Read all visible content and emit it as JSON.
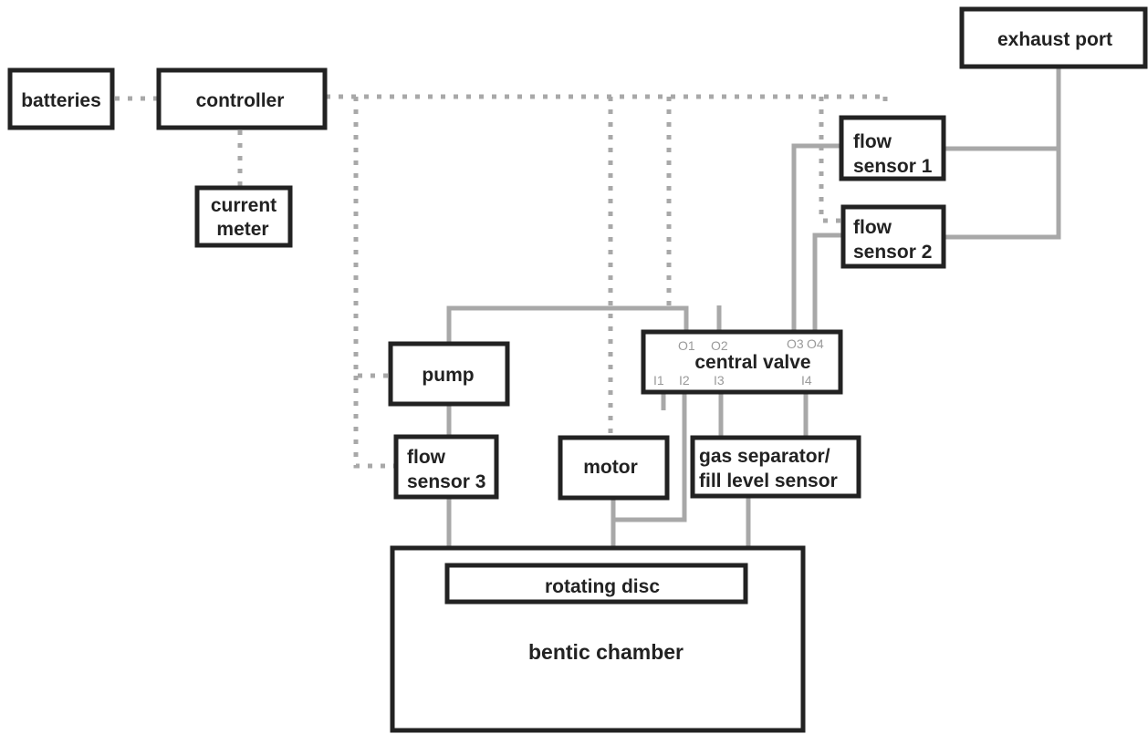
{
  "components": {
    "batteries": "batteries",
    "controller": "controller",
    "current_meter": [
      "current",
      "meter"
    ],
    "exhaust_port": "exhaust port",
    "flow_sensor_1": [
      "flow",
      "sensor 1"
    ],
    "flow_sensor_2": [
      "flow",
      "sensor 2"
    ],
    "pump": "pump",
    "flow_sensor_3": [
      "flow",
      "sensor 3"
    ],
    "motor": "motor",
    "central_valve": "central valve",
    "gas_separator": [
      "gas separator/",
      "fill level sensor"
    ],
    "rotating_disc": "rotating disc",
    "bentic_chamber": "bentic chamber"
  },
  "ports": {
    "o1": "O1",
    "o2": "O2",
    "o3": "O3",
    "o4": "O4",
    "i1": "I1",
    "i2": "I2",
    "i3": "I3",
    "i4": "I4"
  },
  "legend_colors": {
    "box_outline": "#222222",
    "connection": "#a8a8a8"
  }
}
